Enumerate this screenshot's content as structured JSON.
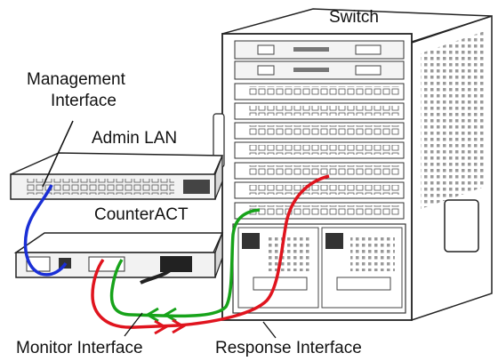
{
  "labels": {
    "switch": "Switch",
    "management_interface_line1": "Management",
    "management_interface_line2": "Interface",
    "admin_lan": "Admin LAN",
    "counteract": "CounterACT",
    "monitor_interface": "Monitor Interface",
    "response_interface": "Response Interface"
  },
  "cables": [
    {
      "name": "management-cable",
      "color": "#1a2fd6"
    },
    {
      "name": "monitor-cable",
      "color": "#17a31a"
    },
    {
      "name": "response-cable",
      "color": "#e0141e"
    }
  ],
  "icons": [
    "switch-chassis",
    "admin-lan-switch",
    "counteract-appliance",
    "arrow-icon"
  ]
}
